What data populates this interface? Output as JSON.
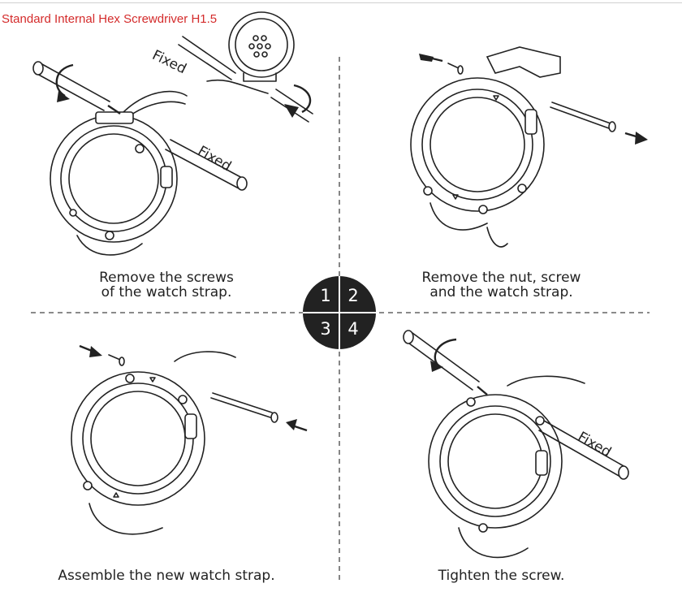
{
  "header": {
    "title": "Standard Internal Hex Screwdriver H1.5"
  },
  "steps": [
    {
      "number": "1",
      "caption_line1": "Remove the screws",
      "caption_line2": "of the watch strap."
    },
    {
      "number": "2",
      "caption_line1": "Remove the nut, screw",
      "caption_line2": "and the watch strap."
    },
    {
      "number": "3",
      "caption_line1": "Assemble the new watch strap.",
      "caption_line2": ""
    },
    {
      "number": "4",
      "caption_line1": "Tighten the screw.",
      "caption_line2": ""
    }
  ],
  "labels": {
    "fixed": "Fixed"
  },
  "colors": {
    "title": "#d42b2b",
    "ink": "#222222",
    "badge": "#222222"
  }
}
